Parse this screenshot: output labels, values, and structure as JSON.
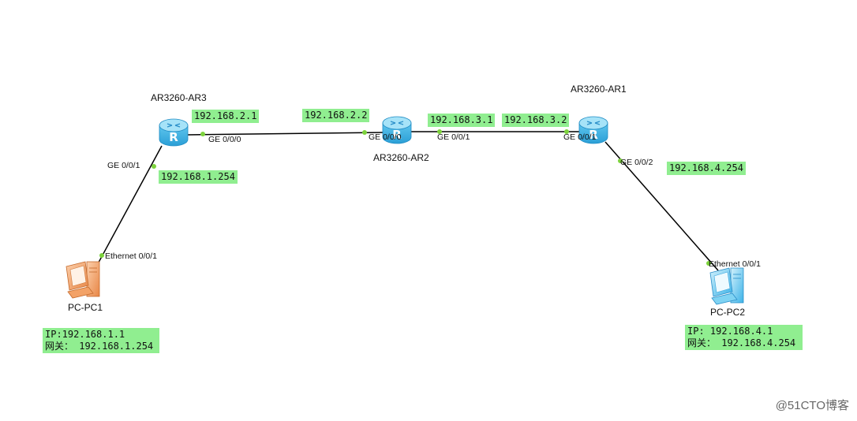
{
  "devices": {
    "ar3": "AR3260-AR3",
    "ar2": "AR3260-AR2",
    "ar1": "AR3260-AR1",
    "pc1": "PC-PC1",
    "pc2": "PC-PC2"
  },
  "ports": {
    "ar3_ge000": "GE 0/0/0",
    "ar3_ge001": "GE 0/0/1",
    "ar2_ge000": "GE 0/0/0",
    "ar2_ge001": "GE 0/0/1",
    "ar1_ge001": "GE 0/0/1",
    "ar1_ge002": "GE 0/0/2",
    "pc1_eth": "Ethernet 0/0/1",
    "pc2_eth": "Ethernet 0/0/1"
  },
  "addresses": {
    "ar3_ge000": "192.168.2.1",
    "ar3_ge001": "192.168.1.254",
    "ar2_ge000": "192.168.2.2",
    "ar2_ge001": "192.168.3.1",
    "ar1_ge001": "192.168.3.2",
    "ar1_ge002": "192.168.4.254"
  },
  "pc_info": {
    "pc1_ip": "IP:192.168.1.1",
    "pc1_gw": "网关： 192.168.1.254",
    "pc2_ip": "IP: 192.168.4.1",
    "pc2_gw": "网关： 192.168.4.254"
  },
  "watermark": "@51CTO博客",
  "colors": {
    "label_bg": "#90ee90",
    "router_body": "#5fc6ee",
    "router_top": "#a6e3f8",
    "link": "#000000",
    "port_dot": "#7cd23c",
    "pc1": "#f4a46a",
    "pc2": "#7fd3f3"
  },
  "icons": {
    "router": "router-icon",
    "pc": "pc-icon"
  }
}
